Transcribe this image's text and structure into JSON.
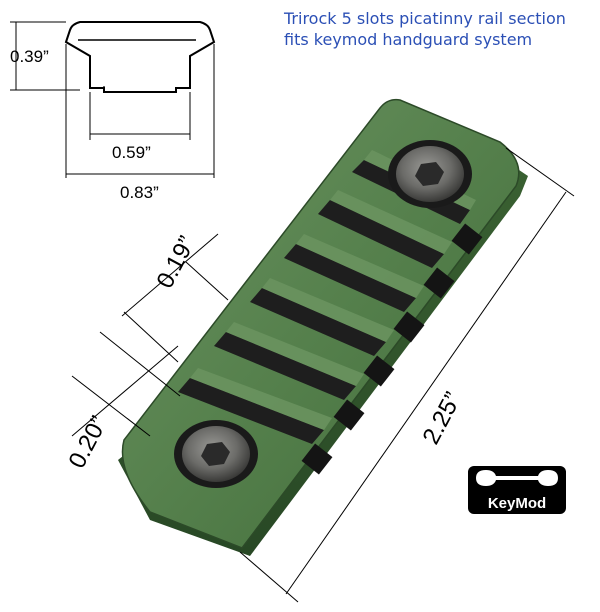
{
  "caption": {
    "line1": "Trirock 5 slots picatinny rail section",
    "line2": "fits keymod handguard system"
  },
  "dimensions": {
    "height": "0.39”",
    "inner_width": "0.59”",
    "outer_width": "0.83”",
    "slot_width": "0.19”",
    "slot_spacing": "0.20”",
    "length": "2.25”"
  },
  "logo": {
    "text": "KeyMod"
  },
  "colors": {
    "rail_green": "#4f7a47",
    "caption_blue": "#2b4fb5",
    "line": "#000000"
  }
}
